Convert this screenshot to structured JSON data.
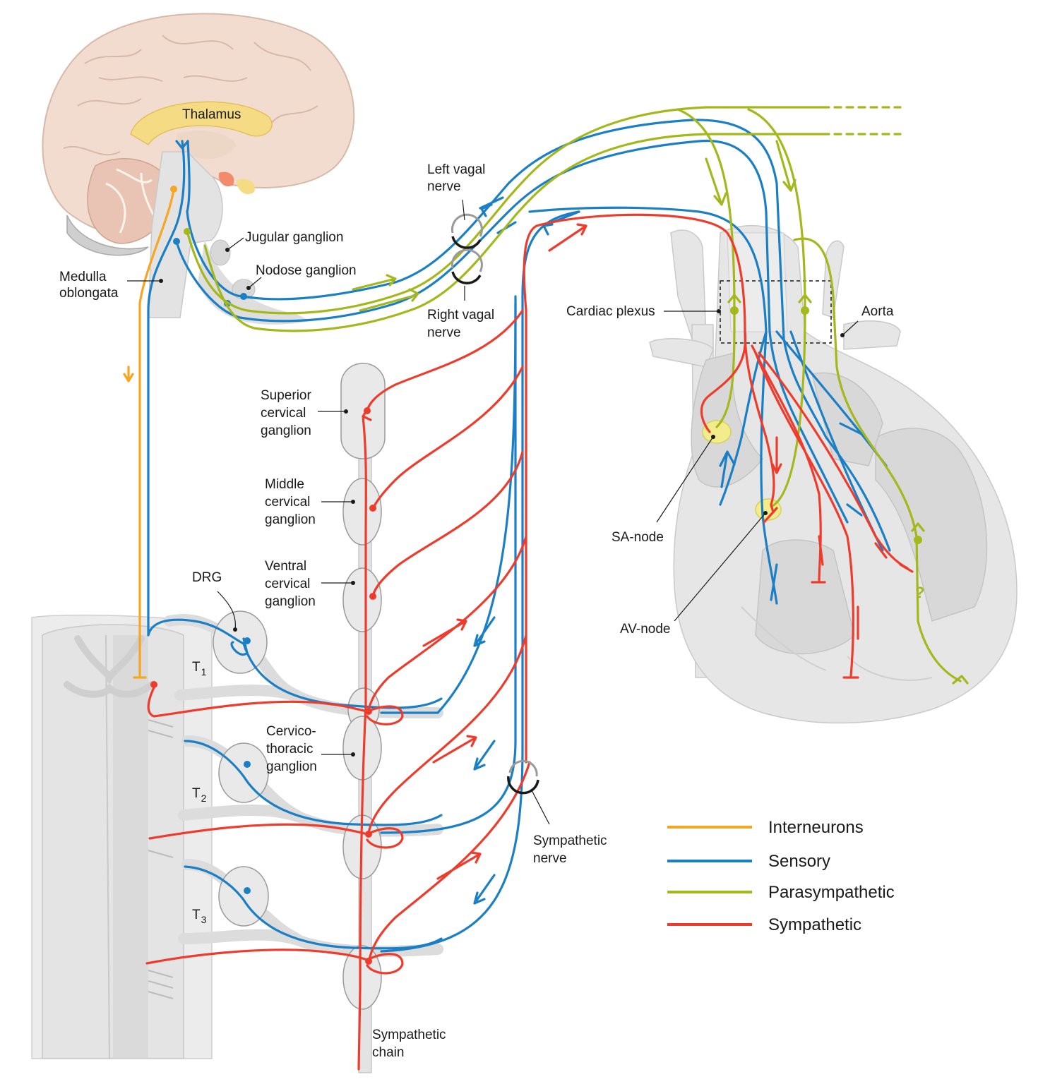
{
  "colors": {
    "interneurons": "#f5a623",
    "sensory": "#1b7fc6",
    "parasympathetic": "#a4b81c",
    "sympathetic": "#ef3b2c",
    "node_fill": "#f3ec8a"
  },
  "labels": {
    "thalamus": "Thalamus",
    "medulla": [
      "Medulla",
      "oblongata"
    ],
    "jugular": "Jugular ganglion",
    "nodose": "Nodose ganglion",
    "left_vagal": [
      "Left vagal",
      "nerve"
    ],
    "right_vagal": [
      "Right vagal",
      "nerve"
    ],
    "superior_cervical": [
      "Superior",
      "cervical",
      "ganglion"
    ],
    "middle_cervical": [
      "Middle",
      "cervical",
      "ganglion"
    ],
    "ventral_cervical": [
      "Ventral",
      "cervical",
      "ganglion"
    ],
    "cervicothoracic": [
      "Cervico-",
      "thoracic",
      "ganglion"
    ],
    "sympathetic_chain": [
      "Sympathetic",
      "chain"
    ],
    "sympathetic_nerve": [
      "Sympathetic",
      "nerve"
    ],
    "drg": "DRG",
    "t1": "T",
    "t1_sub": "1",
    "t2": "T",
    "t2_sub": "2",
    "t3": "T",
    "t3_sub": "3",
    "cardiac_plexus": "Cardiac plexus",
    "aorta": "Aorta",
    "sa_node": "SA-node",
    "av_node": "AV-node",
    "question": "?"
  },
  "legend": [
    {
      "label": "Interneurons",
      "color": "#f5a623"
    },
    {
      "label": "Sensory",
      "color": "#1b7fc6"
    },
    {
      "label": "Parasympathetic",
      "color": "#a4b81c"
    },
    {
      "label": "Sympathetic",
      "color": "#ef3b2c"
    }
  ]
}
